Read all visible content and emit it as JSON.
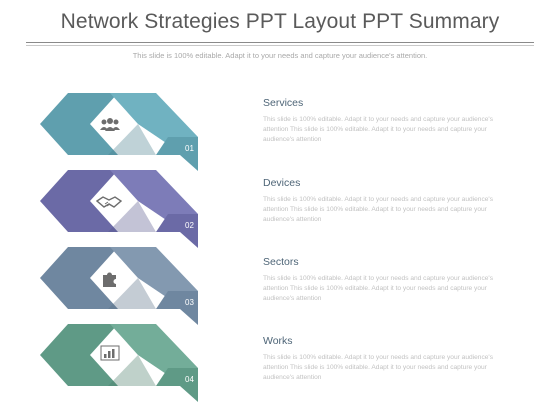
{
  "title": "Network Strategies PPT Layout PPT Summary",
  "subtitle": "This slide is 100% editable. Adapt it to your needs and capture your audience's attention.",
  "items": [
    {
      "number": "01",
      "label": "Services",
      "icon": "people-icon",
      "color_left": "#5f9fae",
      "color_right": "#70b2c1",
      "color_dark": "#477f8c",
      "description": "This slide is 100% editable. Adapt it to your needs and capture your audience's attention This slide is 100% editable. Adapt it to your needs and capture your audience's attention"
    },
    {
      "number": "02",
      "label": "Devices",
      "icon": "handshake-icon",
      "color_left": "#6b6aa6",
      "color_right": "#7d7cb8",
      "color_dark": "#53528a",
      "description": "This slide is 100% editable. Adapt it to your needs and capture your audience's attention This slide is 100% editable. Adapt it to your needs and capture your audience's attention"
    },
    {
      "number": "03",
      "label": "Sectors",
      "icon": "puzzle-icon",
      "color_left": "#6f87a0",
      "color_right": "#8399b0",
      "color_dark": "#566d85",
      "description": "This slide is 100% editable. Adapt it to your needs and capture your audience's attention This slide is 100% editable. Adapt it to your needs and capture your audience's attention"
    },
    {
      "number": "04",
      "label": "Works",
      "icon": "bar-chart-icon",
      "color_left": "#5f9a86",
      "color_right": "#73ad99",
      "color_dark": "#487a68",
      "description": "This slide is 100% editable. Adapt it to your needs and capture your audience's attention This slide is 100% editable. Adapt it to your needs and capture your audience's attention"
    }
  ]
}
